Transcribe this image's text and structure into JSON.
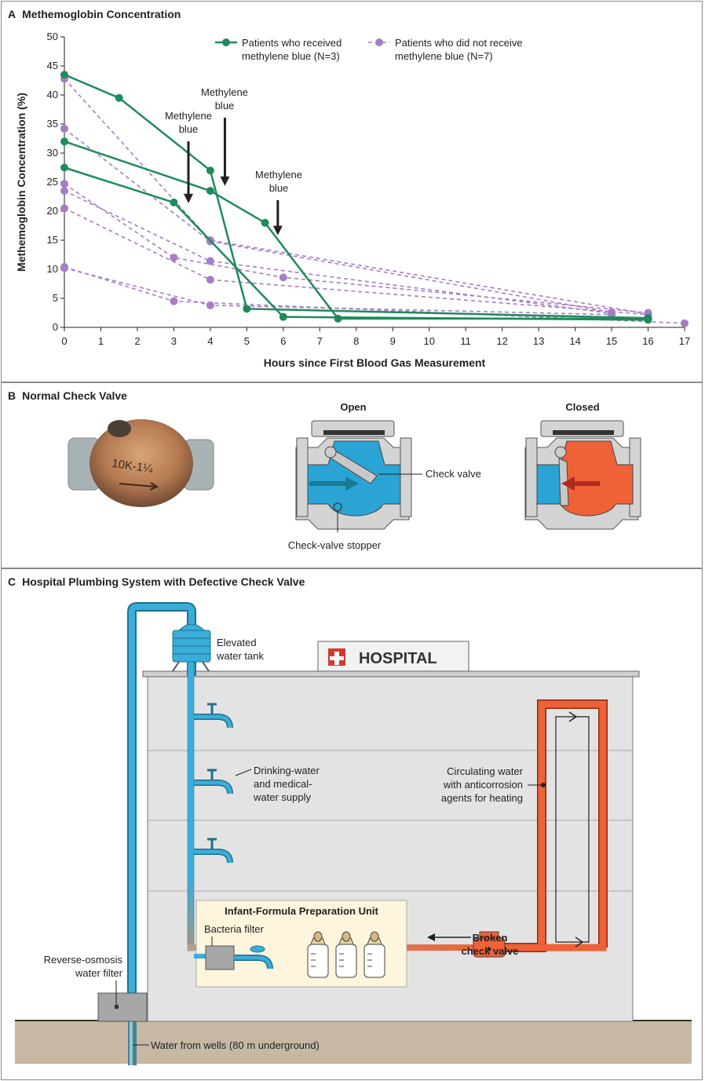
{
  "panels": {
    "a": {
      "letter": "A",
      "title": "Methemoglobin Concentration"
    },
    "b": {
      "letter": "B",
      "title": "Normal Check Valve",
      "photo_engraving": "10K-1¼",
      "open_label": "Open",
      "closed_label": "Closed",
      "check_valve_label": "Check valve",
      "stopper_label": "Check-valve stopper"
    },
    "c": {
      "letter": "C",
      "title": "Hospital Plumbing System with Defective Check Valve",
      "hospital_sign": "HOSPITAL",
      "tank_label": [
        "Elevated",
        "water tank"
      ],
      "supply_label": [
        "Drinking-water",
        "and medical-",
        "water supply"
      ],
      "circ_label": [
        "Circulating water",
        "with anticorrosion",
        "agents for heating"
      ],
      "unit_title": "Infant-Formula Preparation Unit",
      "bacteria_label": "Bacteria filter",
      "broken_label": [
        "Broken",
        "check valve"
      ],
      "ro_label": [
        "Reverse-osmosis",
        "water filter"
      ],
      "wells_label": "Water from wells (80 m underground)"
    }
  },
  "colors": {
    "green": "#1f8a5b",
    "purple": "#a77cc6",
    "water_blue": "#3aaed8",
    "hot_orange": "#ef6136",
    "ground": "#c6b8a3"
  },
  "chart_data": {
    "type": "line",
    "title": "Methemoglobin Concentration",
    "xlabel": "Hours since First Blood Gas Measurement",
    "ylabel": "Methemoglobin Concentration (%)",
    "xlim": [
      0,
      17
    ],
    "ylim": [
      0,
      50
    ],
    "xticks": [
      0,
      1,
      2,
      3,
      4,
      5,
      6,
      7,
      8,
      9,
      10,
      11,
      12,
      13,
      14,
      15,
      16,
      17
    ],
    "yticks": [
      0,
      5,
      10,
      15,
      20,
      25,
      30,
      35,
      40,
      45,
      50
    ],
    "legend": [
      {
        "label": [
          "Patients who received",
          "methylene blue (N=3)"
        ],
        "style": "solid",
        "color": "#1f8a5b"
      },
      {
        "label": [
          "Patients who did not receive",
          "methylene blue (N=7)"
        ],
        "style": "dashed",
        "color": "#a77cc6"
      }
    ],
    "legend_position": "top",
    "series": [
      {
        "group": "received",
        "points": [
          [
            0,
            43.5
          ],
          [
            1.5,
            39.5
          ],
          [
            4,
            27
          ],
          [
            5,
            3.2
          ],
          [
            16,
            1.6
          ]
        ]
      },
      {
        "group": "received",
        "points": [
          [
            0,
            32
          ],
          [
            4,
            23.5
          ],
          [
            5.5,
            18
          ],
          [
            7.5,
            1.5
          ],
          [
            16,
            1.5
          ]
        ]
      },
      {
        "group": "received",
        "points": [
          [
            0,
            27.5
          ],
          [
            3,
            21.5
          ],
          [
            6,
            1.8
          ],
          [
            16,
            1.3
          ]
        ]
      },
      {
        "group": "not_received",
        "points": [
          [
            0,
            42.8
          ],
          [
            4,
            15
          ],
          [
            16,
            2.3
          ]
        ]
      },
      {
        "group": "not_received",
        "points": [
          [
            0,
            34.2
          ],
          [
            4,
            14.8
          ],
          [
            15,
            2.6
          ]
        ]
      },
      {
        "group": "not_received",
        "points": [
          [
            0,
            24.7
          ],
          [
            3,
            12
          ],
          [
            6,
            8.6
          ],
          [
            16,
            2.5
          ]
        ]
      },
      {
        "group": "not_received",
        "points": [
          [
            0,
            23.5
          ],
          [
            4,
            11.4
          ],
          [
            15,
            2.4
          ]
        ]
      },
      {
        "group": "not_received",
        "points": [
          [
            0,
            20.5
          ],
          [
            4,
            8.2
          ],
          [
            16,
            2.2
          ]
        ]
      },
      {
        "group": "not_received",
        "points": [
          [
            0,
            10.4
          ],
          [
            3,
            4.5
          ],
          [
            17,
            0.7
          ]
        ]
      },
      {
        "group": "not_received",
        "points": [
          [
            0,
            10.2
          ],
          [
            4,
            3.8
          ],
          [
            15,
            2.2
          ]
        ]
      }
    ],
    "annotations": [
      {
        "text": [
          "Methylene",
          "blue"
        ],
        "x": 3.4,
        "y": 21.5
      },
      {
        "text": [
          "Methylene",
          "blue"
        ],
        "x": 4.4,
        "y": 24.5
      },
      {
        "text": [
          "Methylene",
          "blue"
        ],
        "x": 5.85,
        "y": 16
      }
    ]
  }
}
